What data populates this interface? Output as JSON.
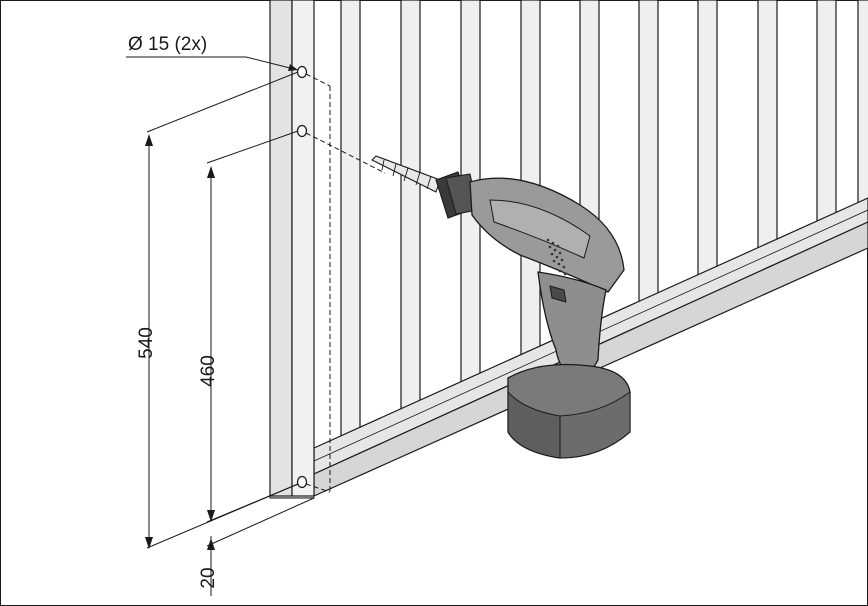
{
  "annotations": {
    "hole_spec": "Ø 15 (2x)",
    "dim_outer": "540",
    "dim_inner": "460",
    "dim_bottom": "20"
  },
  "colors": {
    "frame_fill": "#eeeeee",
    "post_fill": "#e3e3e3",
    "drill_body": "#9a9a9a",
    "drill_dark": "#6e6e6e",
    "outline": "#1a1a1a"
  },
  "icons": {
    "tool": "cordless-drill-icon"
  }
}
